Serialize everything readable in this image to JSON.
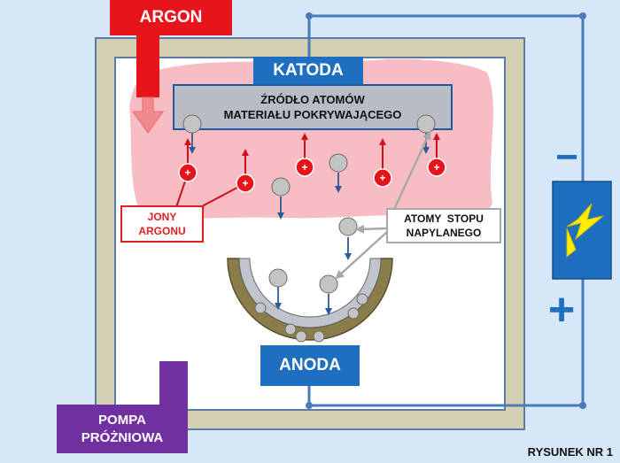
{
  "labels": {
    "argon": "ARGON",
    "katoda": "KATODA",
    "source_line1": "ŹRÓDŁO ATOMÓW",
    "source_line2": "MATERIAŁU POKRYWAJĄCEGO",
    "ions_line1": "JONY",
    "ions_line2": "ARGONU",
    "atoms_line1": "ATOMY  STOPU",
    "atoms_line2": "NAPYLANEGO",
    "anoda": "ANODA",
    "pump_line1": "POMPA",
    "pump_line2": "PRÓŻNIOWA",
    "figure": "RYSUNEK NR 1",
    "minus": "−",
    "plus": "+",
    "ion_sign": "+"
  },
  "colors": {
    "background": "#d6e8f8",
    "chamber_wall": "#d4d0b4",
    "chamber_border": "#5b7aa8",
    "argon": "#e8141c",
    "plasma": "#f8bcc4",
    "electrode": "#1e6fbf",
    "source": "#b8bcc4",
    "ion": "#e8141c",
    "atom": "#c4c4c4",
    "pump": "#7030a0",
    "battery": "#1e6fbf",
    "bolt": "#ffee00",
    "wire": "#4a7ab8"
  },
  "icons": [
    "lightning-bolt-icon",
    "argon-inflow-arrow-icon"
  ]
}
